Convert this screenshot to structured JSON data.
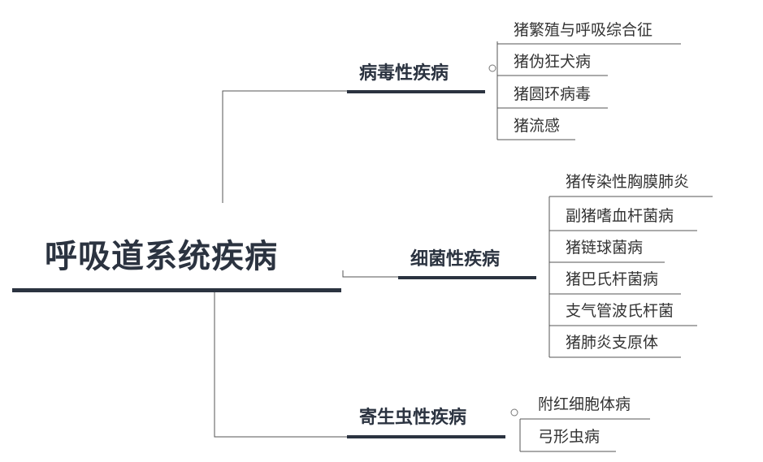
{
  "root": {
    "label": "呼吸道系统疾病"
  },
  "branches": [
    {
      "label": "病毒性疾病",
      "leaves": [
        "猪繁殖与呼吸综合征",
        "猪伪狂犬病",
        "猪圆环病毒",
        "猪流感"
      ]
    },
    {
      "label": "细菌性疾病",
      "leaves": [
        "猪传染性胸膜肺炎",
        "副猪嗜血杆菌病",
        "猪链球菌病",
        "猪巴氏杆菌病",
        "支气管波氏杆菌",
        "猪肺炎支原体"
      ]
    },
    {
      "label": "寄生虫性疾病",
      "leaves": [
        "附红细胞体病",
        "弓形虫病"
      ]
    }
  ],
  "colors": {
    "root_bar": "#2b3340",
    "branch_bar": "#2b3340",
    "line": "#555555",
    "text": "#2b3340"
  }
}
